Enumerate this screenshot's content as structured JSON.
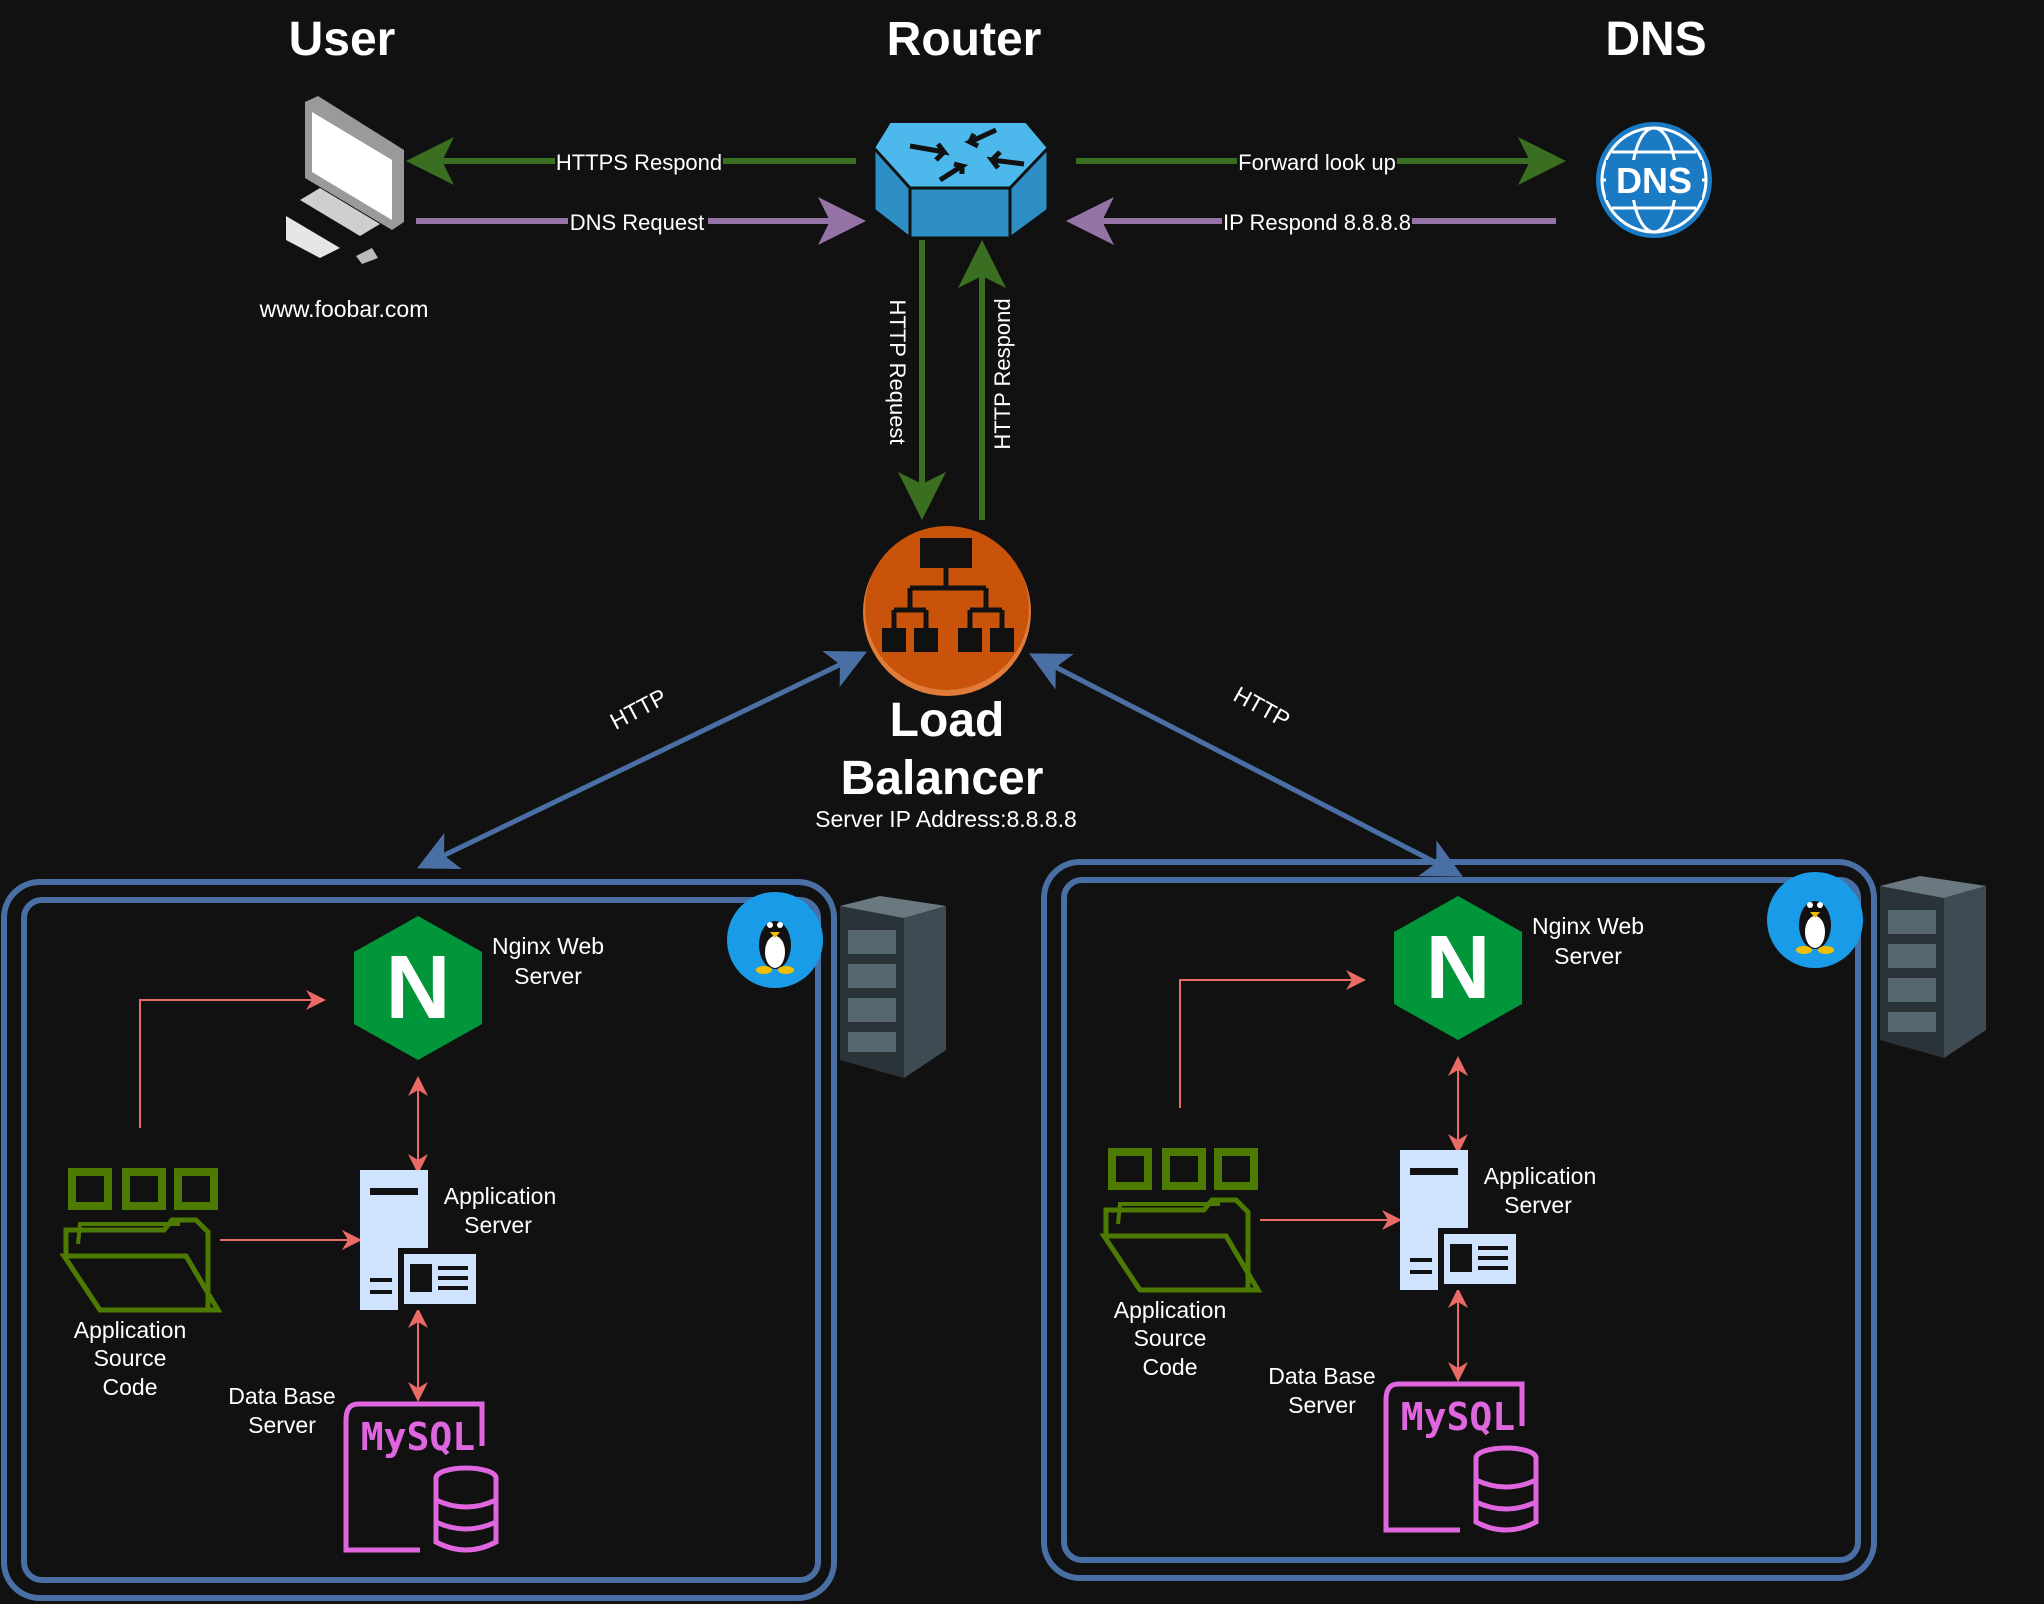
{
  "headings": {
    "user": "User",
    "router": "Router",
    "dns": "DNS"
  },
  "user": {
    "domain": "www.foobar.com"
  },
  "dns_icon_text": "DNS",
  "edges": {
    "https_respond": "HTTPS Respond",
    "dns_request": "DNS Request",
    "forward_lookup": "Forward look up",
    "ip_respond": "IP Respond 8.8.8.8",
    "http_request": "HTTP Request",
    "http_respond": "HTTP Respond",
    "http_left": "HTTP",
    "http_right": "HTTP"
  },
  "load_balancer": {
    "title_line1": "Load",
    "title_line2": "Balancer",
    "ip": "Server IP Address:8.8.8.8"
  },
  "servers": [
    {
      "nginx_line1": "Nginx Web",
      "nginx_line2": "Server",
      "app_line1": "Application",
      "app_line2": "Server",
      "src_line1": "Application",
      "src_line2": "Source",
      "src_line3": "Code",
      "db_line1": "Data Base",
      "db_line2": "Server",
      "mysql_text": "MySQL",
      "nginx_letter": "N"
    },
    {
      "nginx_line1": "Nginx Web",
      "nginx_line2": "Server",
      "app_line1": "Application",
      "app_line2": "Server",
      "src_line1": "Application",
      "src_line2": "Source",
      "src_line3": "Code",
      "db_line1": "Data Base",
      "db_line2": "Server",
      "mysql_text": "MySQL",
      "nginx_letter": "N"
    }
  ],
  "colors": {
    "background": "#111111",
    "green_arrow": "#3a6e20",
    "purple_arrow": "#9673a6",
    "blue_arrow": "#4a6fa5",
    "salmon_arrow": "#ea6b66",
    "box_border": "#4a6fa5",
    "router": "#4db8ec",
    "load_balancer": "#c9530b",
    "nginx": "#009639",
    "mysql": "#e066e0",
    "source_code": "#4d7a00",
    "linux_badge": "#1a9be8"
  }
}
